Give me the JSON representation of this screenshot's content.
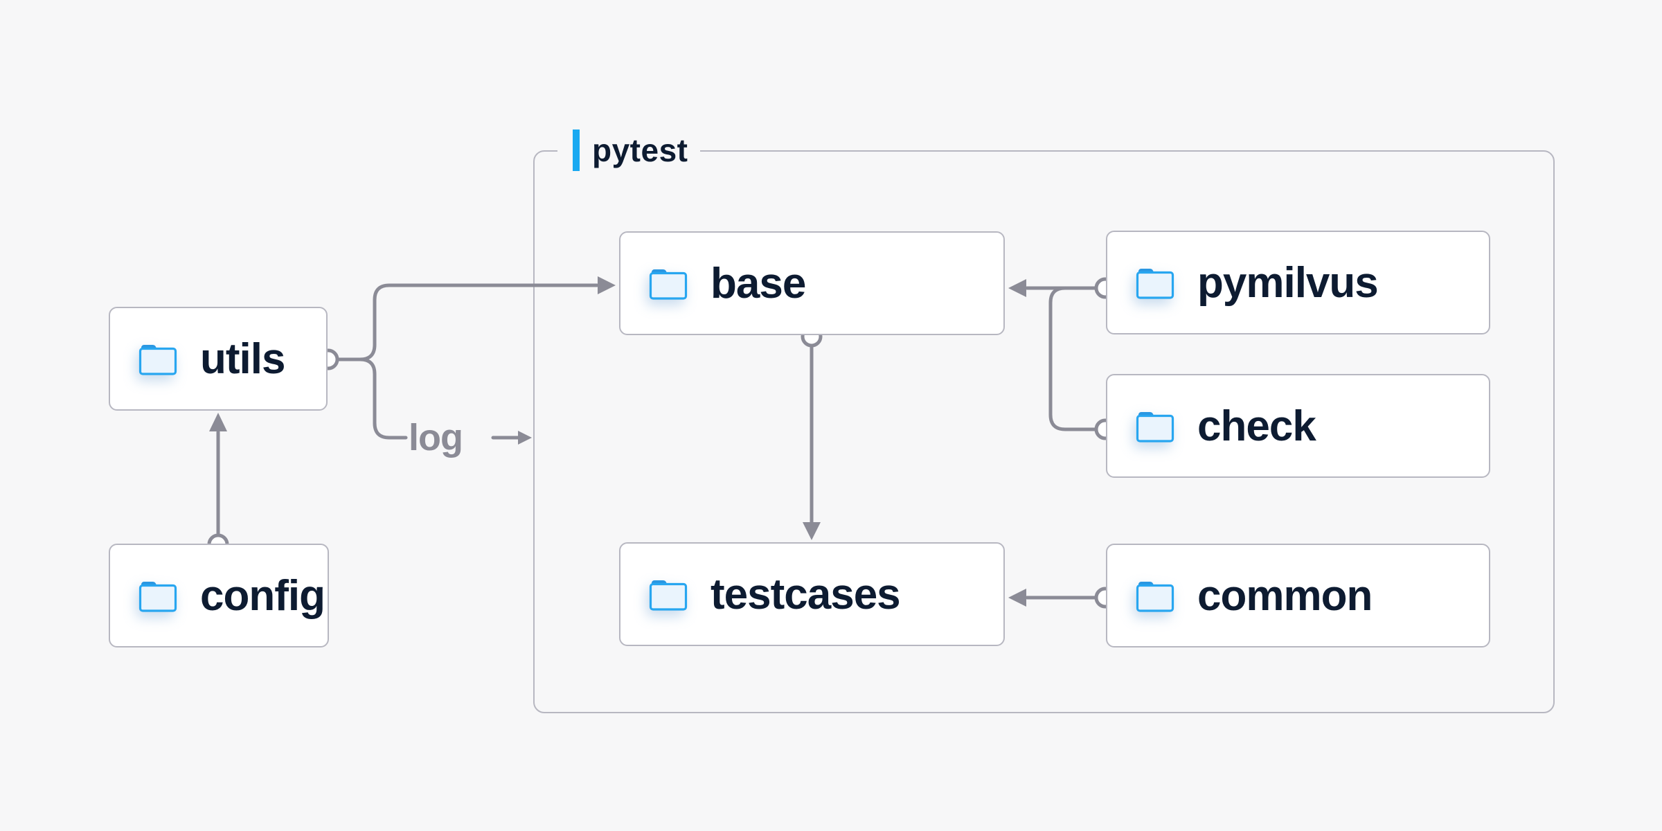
{
  "colors": {
    "bg": "#f7f7f8",
    "accent": "#1aa9f1",
    "line": "#8b8b96",
    "border": "#b7b7c1",
    "ink": "#0d1b31",
    "muted": "#8b8b96",
    "node-bg": "#ffffff",
    "folder-stroke": "#28a6f0",
    "folder-fill": "#eaf4fd",
    "folder-tab": "#2a97e2"
  },
  "container": {
    "label": "pytest"
  },
  "nodes": {
    "utils": {
      "label": "utils",
      "icon": "folder-icon"
    },
    "config": {
      "label": "config",
      "icon": "folder-icon"
    },
    "base": {
      "label": "base",
      "icon": "folder-icon"
    },
    "testcases": {
      "label": "testcases",
      "icon": "folder-icon"
    },
    "pymilvus": {
      "label": "pymilvus",
      "icon": "folder-icon"
    },
    "check": {
      "label": "check",
      "icon": "folder-icon"
    },
    "common": {
      "label": "common",
      "icon": "folder-icon"
    }
  },
  "edges": [
    {
      "from": "config",
      "to": "utils"
    },
    {
      "from": "utils",
      "to": "base"
    },
    {
      "from": "utils",
      "to": "pytest",
      "label": "log"
    },
    {
      "from": "pymilvus",
      "to": "base"
    },
    {
      "from": "check",
      "to": "base"
    },
    {
      "from": "base",
      "to": "testcases"
    },
    {
      "from": "common",
      "to": "testcases"
    }
  ]
}
